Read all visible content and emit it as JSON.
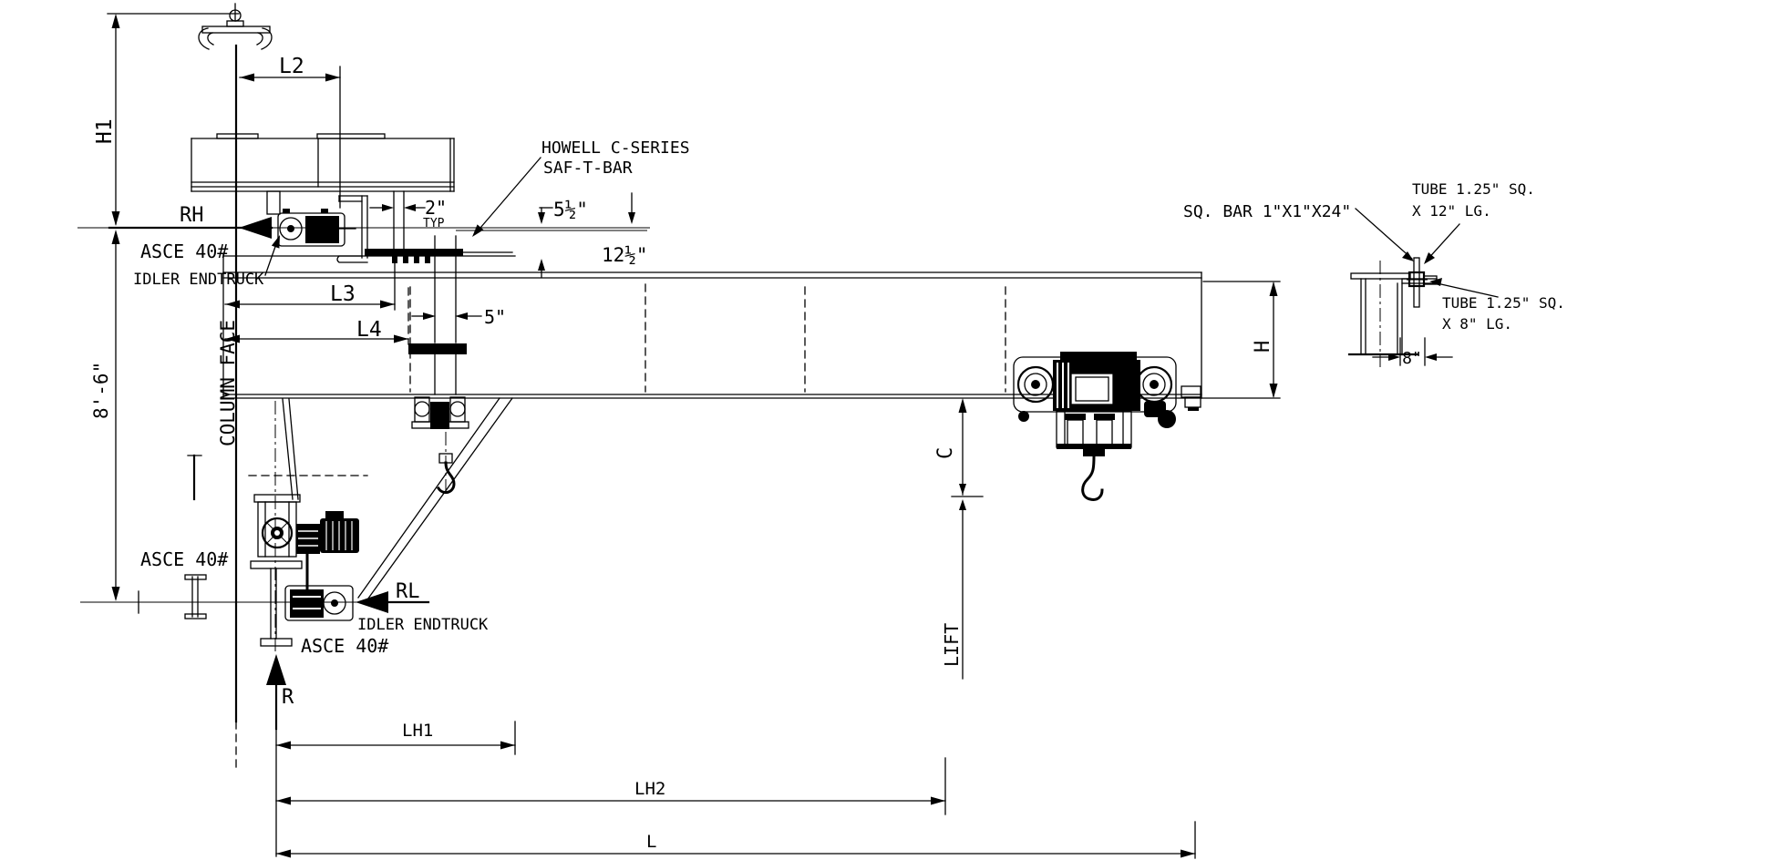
{
  "drawing": {
    "type": "crane-general-arrangement-drawing",
    "colors": {
      "ink": "#000000",
      "paper": "#ffffff"
    },
    "labels": {
      "h1": "H1",
      "l2": "L2",
      "rh": "RH",
      "asce_upper": "ASCE 40#",
      "idler_upper": "IDLER ENDTRUCK",
      "howell_1": "HOWELL C-SERIES",
      "howell_2": "SAF-T-BAR",
      "dim_2": "2\"",
      "typ": "TYP",
      "dim_5half": "5½\"",
      "dim_12half": "12½\"",
      "l3": "L3",
      "l4": "L4",
      "dim_5": "5\"",
      "column_face": "COLUMN FACE",
      "dim_8ft6": "8'-6\"",
      "asce_mid": "ASCE 40#",
      "rl": "RL",
      "idler_lower": "IDLER ENDTRUCK",
      "asce_lower": "ASCE 40#",
      "r": "R",
      "lh1": "LH1",
      "lh2": "LH2",
      "l": "L",
      "c": "C",
      "lift": "LIFT",
      "h": "H",
      "sq_bar": "SQ. BAR 1\"X1\"X24\"",
      "tube12_1": "TUBE 1.25\" SQ.",
      "tube12_2": "X 12\" LG.",
      "tube8_1": "TUBE 1.25\" SQ.",
      "tube8_2": "X 8\" LG.",
      "dim_8": "8\""
    }
  }
}
